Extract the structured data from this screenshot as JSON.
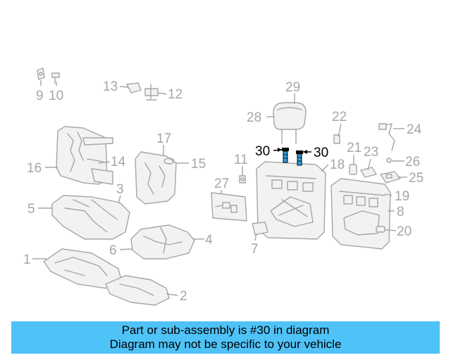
{
  "labels": {
    "l1": "1",
    "l2": "2",
    "l3": "3",
    "l4": "4",
    "l5": "5",
    "l6": "6",
    "l7": "7",
    "l8": "8",
    "l9": "9",
    "l10": "10",
    "l11": "11",
    "l12": "12",
    "l13": "13",
    "l14": "14",
    "l15": "15",
    "l16": "16",
    "l17": "17",
    "l18": "18",
    "l19": "19",
    "l20": "20",
    "l21": "21",
    "l22": "22",
    "l23": "23",
    "l24": "24",
    "l25": "25",
    "l26": "26",
    "l27": "27",
    "l28": "28",
    "l29": "29",
    "l30a": "30",
    "l30b": "30"
  },
  "banner": {
    "line1": "Part or sub-assembly is #30 in diagram",
    "line2": "Diagram may not be specific to your vehicle"
  },
  "colors": {
    "banner_bg": "#4fc3f7",
    "part_stroke": "#a6a6a6",
    "highlight": "#000000",
    "bolt_accent": "#2a9fd6"
  }
}
